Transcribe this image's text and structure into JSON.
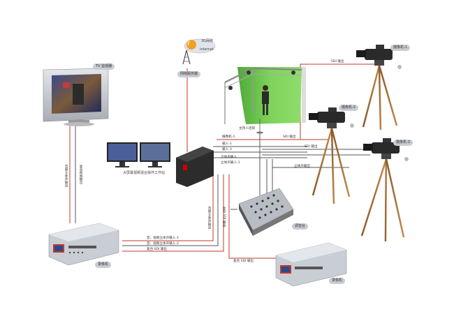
{
  "colors": {
    "signal": "#c0392b",
    "cable": "#555555",
    "tag_bg": "#c9ccd3",
    "green_screen": "#6cc04a"
  },
  "devices": {
    "monitor": "TV 监视器",
    "internet_node": "网络服务器",
    "cloud_top": "3G网络",
    "cloud_bottom": "Internet",
    "editor": "大屏幕视频混合操作工作站",
    "camera1": "摄像机-1",
    "camera2": "摄像机-2",
    "camera3": "摄像机-3",
    "mixer": "调音台",
    "recorder_left": "录像机",
    "recorder_right": "录像机",
    "presenter_mic": "主持人话筒"
  },
  "signals": {
    "sdi_out_1": "SDI 输出",
    "sdi_out_2": "SDI 输出",
    "sdi_out_3": "SDI 输出",
    "cam_in_1": "摄像机-1",
    "cam_in_2": "输入-1",
    "cam_in_3": "输入-3",
    "stereo_in": "立体声输入",
    "stereo_in_1": "立体声输入-1",
    "stereo_in_2": "立体声输出",
    "vert_left_1": "音频立体声输出",
    "vert_left_2": "复合视频输出",
    "vert_mid_1": "音频立体声输出",
    "vert_mid_2": "复合 SDI 输出",
    "rec_in_1": "音、视频立体声输入-1",
    "rec_in_2": "音、视频立体声输入-2",
    "rec_out": "复合 SDI 输出",
    "rec_right_out": "复合 SDI 输出"
  }
}
